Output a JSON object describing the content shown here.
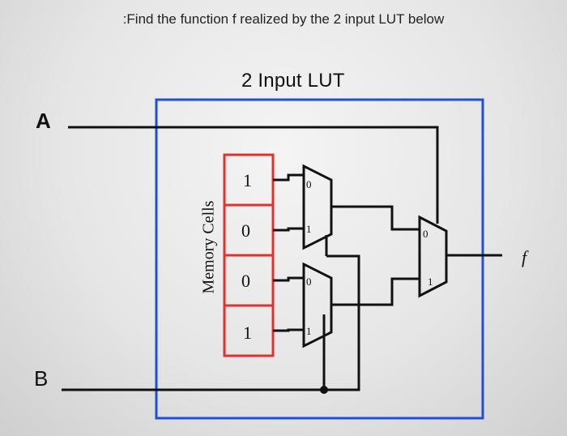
{
  "question": ":Find the function f realized by the 2 input LUT below",
  "lut_title": "2 Input LUT",
  "inputs": {
    "a_label": "A",
    "b_label": "B"
  },
  "output_label": "f",
  "memory": {
    "label": "Memory Cells",
    "cells": [
      "1",
      "0",
      "0",
      "1"
    ]
  },
  "mux_pins": {
    "zero": "0",
    "one": "1"
  },
  "colors": {
    "lut_border": "#1f4fd6",
    "memory_border": "#e0322b",
    "wire": "#111111"
  }
}
